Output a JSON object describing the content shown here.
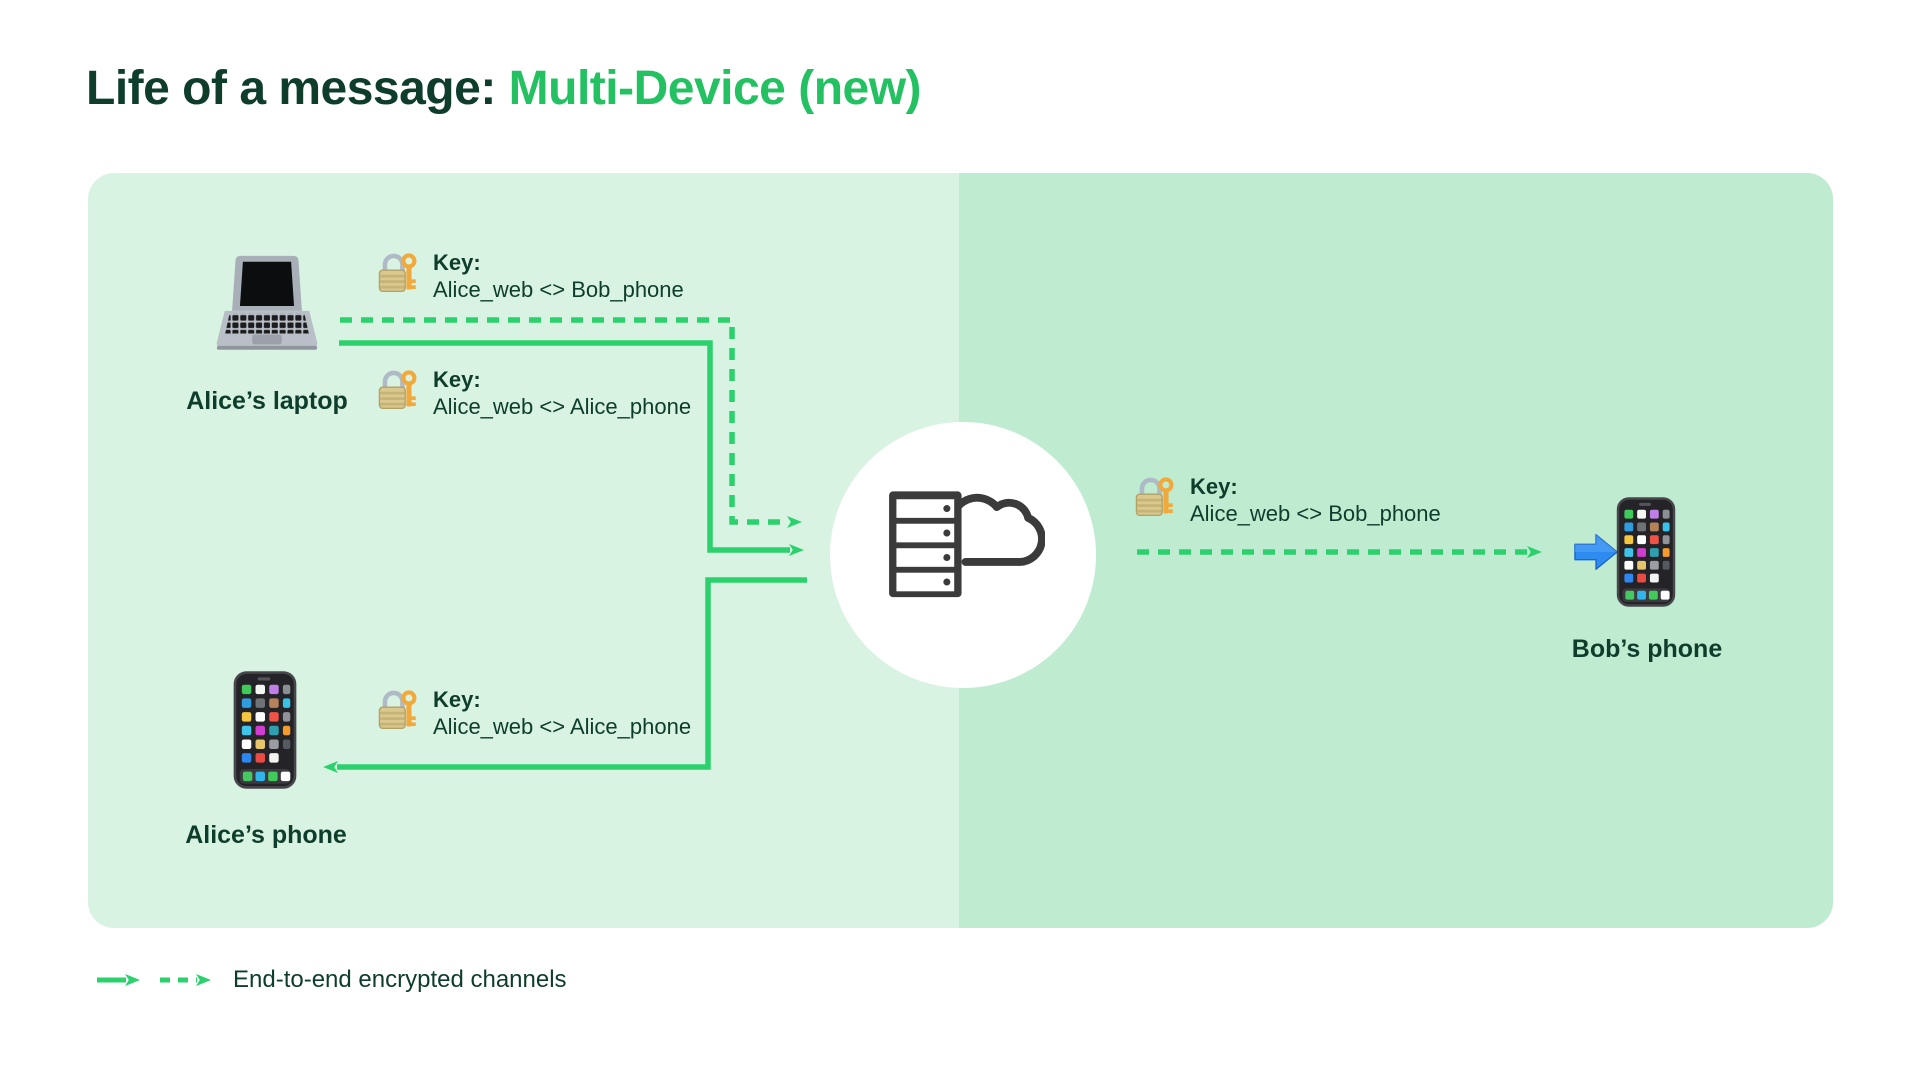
{
  "title": {
    "prefix": "Life of a message: ",
    "highlight": "Multi-Device (new)"
  },
  "colors": {
    "title_dark_green": "#0e3d2c",
    "title_bright_green": "#23c162",
    "arrow_green": "#2bd16d",
    "panel_left_bg": "#d9f3e3",
    "panel_right_bg": "#bfecd1",
    "server_icon": "#3b3b3b"
  },
  "devices": {
    "alice_laptop": {
      "label": "Alice’s laptop"
    },
    "alice_phone": {
      "label": "Alice’s phone"
    },
    "bob_phone": {
      "label": "Bob’s phone"
    }
  },
  "key_labels": [
    {
      "heading": "Key:",
      "value": "Alice_web <> Bob_phone"
    },
    {
      "heading": "Key:",
      "value": "Alice_web <> Alice_phone"
    },
    {
      "heading": "Key:",
      "value": "Alice_web <> Alice_phone"
    },
    {
      "heading": "Key:",
      "value": "Alice_web <> Bob_phone"
    }
  ],
  "icons": {
    "laptop": "laptop-icon",
    "lock_with_key": "lock-key-icon",
    "phone": "phone-apps-icon",
    "server_cloud": "server-cloud-icon",
    "blue_arrow": "blue-arrow-icon"
  },
  "legend": {
    "label": "End-to-end encrypted channels"
  }
}
